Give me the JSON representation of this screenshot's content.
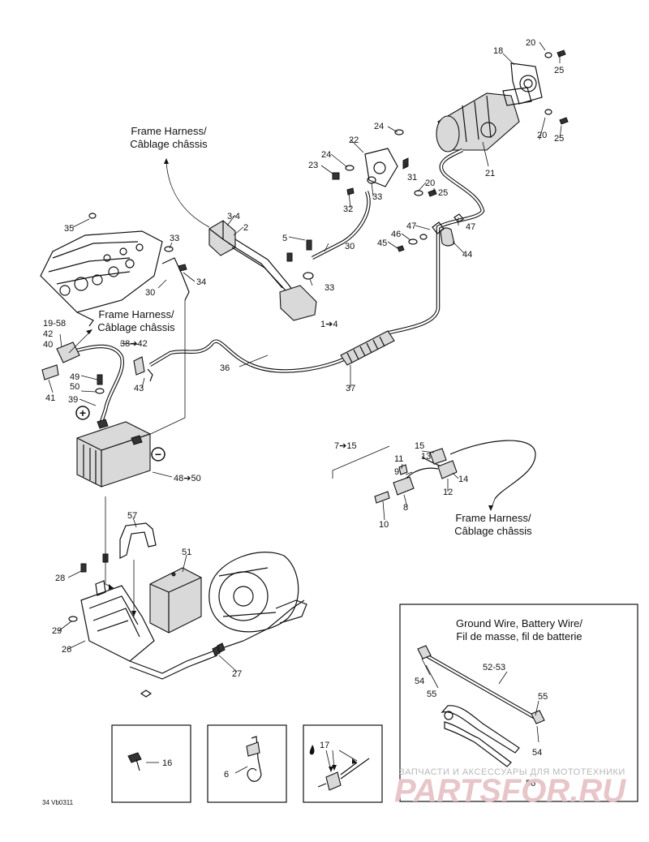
{
  "frame_harness_labels": [
    {
      "line1": "Frame Harness/",
      "line2": "Câblage châssis"
    },
    {
      "line1": "Frame Harness/",
      "line2": "Câblage châssis"
    },
    {
      "line1": "Frame Harness/",
      "line2": "Câblage châssis"
    }
  ],
  "inset": {
    "title_line1": "Ground Wire, Battery Wire/",
    "title_line2": "Fil de masse, fil de batterie",
    "callouts": [
      "52-53",
      "54",
      "55",
      "55",
      "54",
      "56"
    ]
  },
  "callouts": {
    "c18": "18",
    "c20a": "20",
    "c25a": "25",
    "c20b": "20",
    "c25b": "25",
    "c24a": "24",
    "c22": "22",
    "c24b": "24",
    "c23": "23",
    "c31": "31",
    "c20c": "20",
    "c25c": "25",
    "c33a": "33",
    "c32": "32",
    "c21": "21",
    "c34": "3-4",
    "c2": "2",
    "c5": "5",
    "c30a": "30",
    "c33b": "33",
    "c14": "1➔4",
    "c47a": "47",
    "c47b": "47",
    "c46": "46",
    "c45": "45",
    "c44": "44",
    "c35": "35",
    "c33c": "33",
    "c34b": "34",
    "c30b": "30",
    "c1958": "19-58",
    "c42": "42",
    "c40": "40",
    "c3842": "38➔42",
    "c41": "41",
    "c49": "49",
    "c50": "50",
    "c39": "39",
    "c43": "43",
    "c36": "36",
    "c37": "37",
    "c4850": "48➔50",
    "c715": "7➔15",
    "c15": "15",
    "c11": "11",
    "c13": "13",
    "c9": "9",
    "c14b": "14",
    "c12": "12",
    "c8": "8",
    "c10": "10",
    "c57": "57",
    "c51": "51",
    "c28": "28",
    "c29": "29",
    "c26": "26",
    "c27": "27",
    "c16": "16",
    "c6": "6",
    "c17": "17"
  },
  "polarity": {
    "plus": "+",
    "minus": "−"
  },
  "diagram_code": "34 Vb0311",
  "watermark": {
    "line1": "ЗАПЧАСТИ И АКСЕССУАРЫ ДЛЯ МОТОТЕХНИКИ",
    "line2": "PARTSFOR.RU"
  }
}
